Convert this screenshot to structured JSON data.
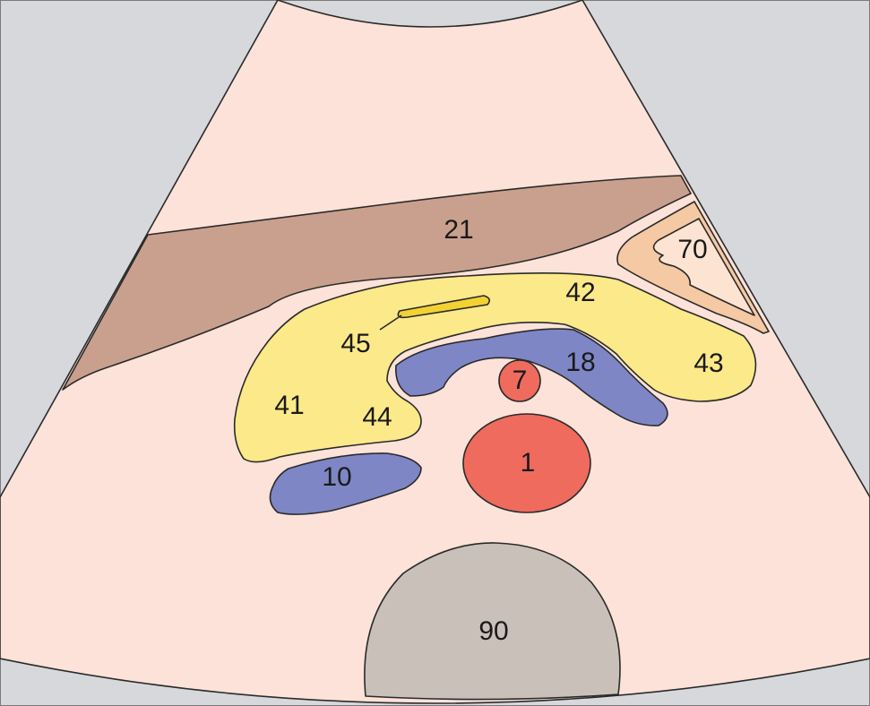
{
  "colors": {
    "background": "#d6d8db",
    "sector": "#fce2d8",
    "muscle": "#c9a08d",
    "pancreas": "#fbe98a",
    "duct": "#f2d232",
    "vein": "#7e86c6",
    "artery": "#ee6b5e",
    "bowel_outer": "#f5c9a3",
    "bowel_inner": "#fde4d2",
    "vertebra": "#c9c1b9"
  },
  "labels": {
    "muscle": "21",
    "bowel": "70",
    "pancreas_body": "42",
    "duct": "45",
    "pancreas_tail": "43",
    "pancreas_head": "41",
    "uncinate": "44",
    "splenic_vein": "18",
    "sma": "7",
    "aorta": "1",
    "ivc": "10",
    "vertebra": "90"
  }
}
